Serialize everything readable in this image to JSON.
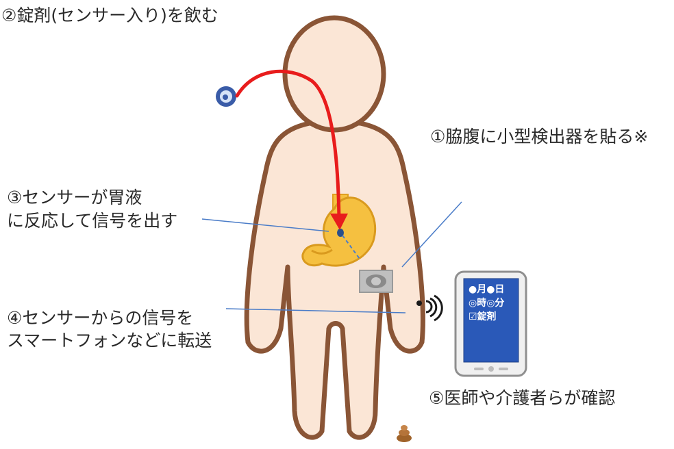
{
  "labels": {
    "step2": "②錠剤(センサー入り)を飲む",
    "step1": "①脇腹に小型検出器を貼る※",
    "step3_line1": "③センサーが胃液",
    "step3_line2": "に反応して信号を出す",
    "step4_line1": "④センサーからの信号を",
    "step4_line2": "スマートフォンなどに転送",
    "step5": "⑤医師や介護者らが確認"
  },
  "tablet_screen": {
    "line1": "●月●日",
    "line2": "◎時◎分",
    "line3": "☑錠剤"
  },
  "icons": {
    "pill": "pill-with-sensor-icon",
    "stomach": "stomach-icon",
    "detector": "patch-detector-icon",
    "signal": "wireless-signal-icon",
    "tablet": "tablet-device-icon",
    "excretion": "excretion-icon"
  },
  "colors": {
    "skin": "#fbe6d6",
    "outline": "#8a5536",
    "stomach": "#f5c040",
    "pill_arrow": "#e81c1c",
    "pointer_line": "#4a7cc8",
    "tablet_screen": "#2a59b8"
  }
}
